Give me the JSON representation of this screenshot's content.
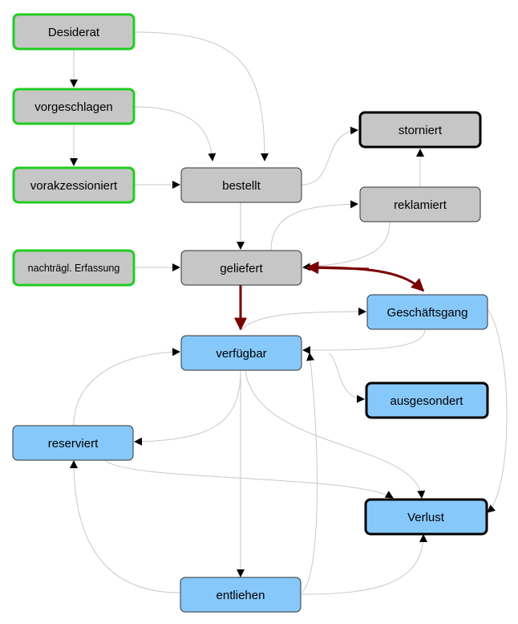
{
  "diagram": {
    "colors": {
      "grey_fill": "#c6c6c6",
      "blue_fill": "#87c8fa",
      "green_border": "#22cc22",
      "dark_border": "#000000",
      "thin_edge": "#c8c8c8",
      "thick_edge": "#7a0000",
      "arrow_head": "#000000"
    },
    "nodes": {
      "desiderat": "Desiderat",
      "vorgeschlagen": "vorgeschlagen",
      "vorakzessioniert": "vorakzessioniert",
      "nachtraegl": "nachträgl. Erfassung",
      "bestellt": "bestellt",
      "geliefert": "geliefert",
      "storniert": "storniert",
      "reklamiert": "reklamiert",
      "geschaeftsgang": "Geschäftsgang",
      "verfuegbar": "verfügbar",
      "ausgesondert": "ausgesondert",
      "reserviert": "reserviert",
      "verlust": "Verlust",
      "entliehen": "entliehen"
    }
  }
}
